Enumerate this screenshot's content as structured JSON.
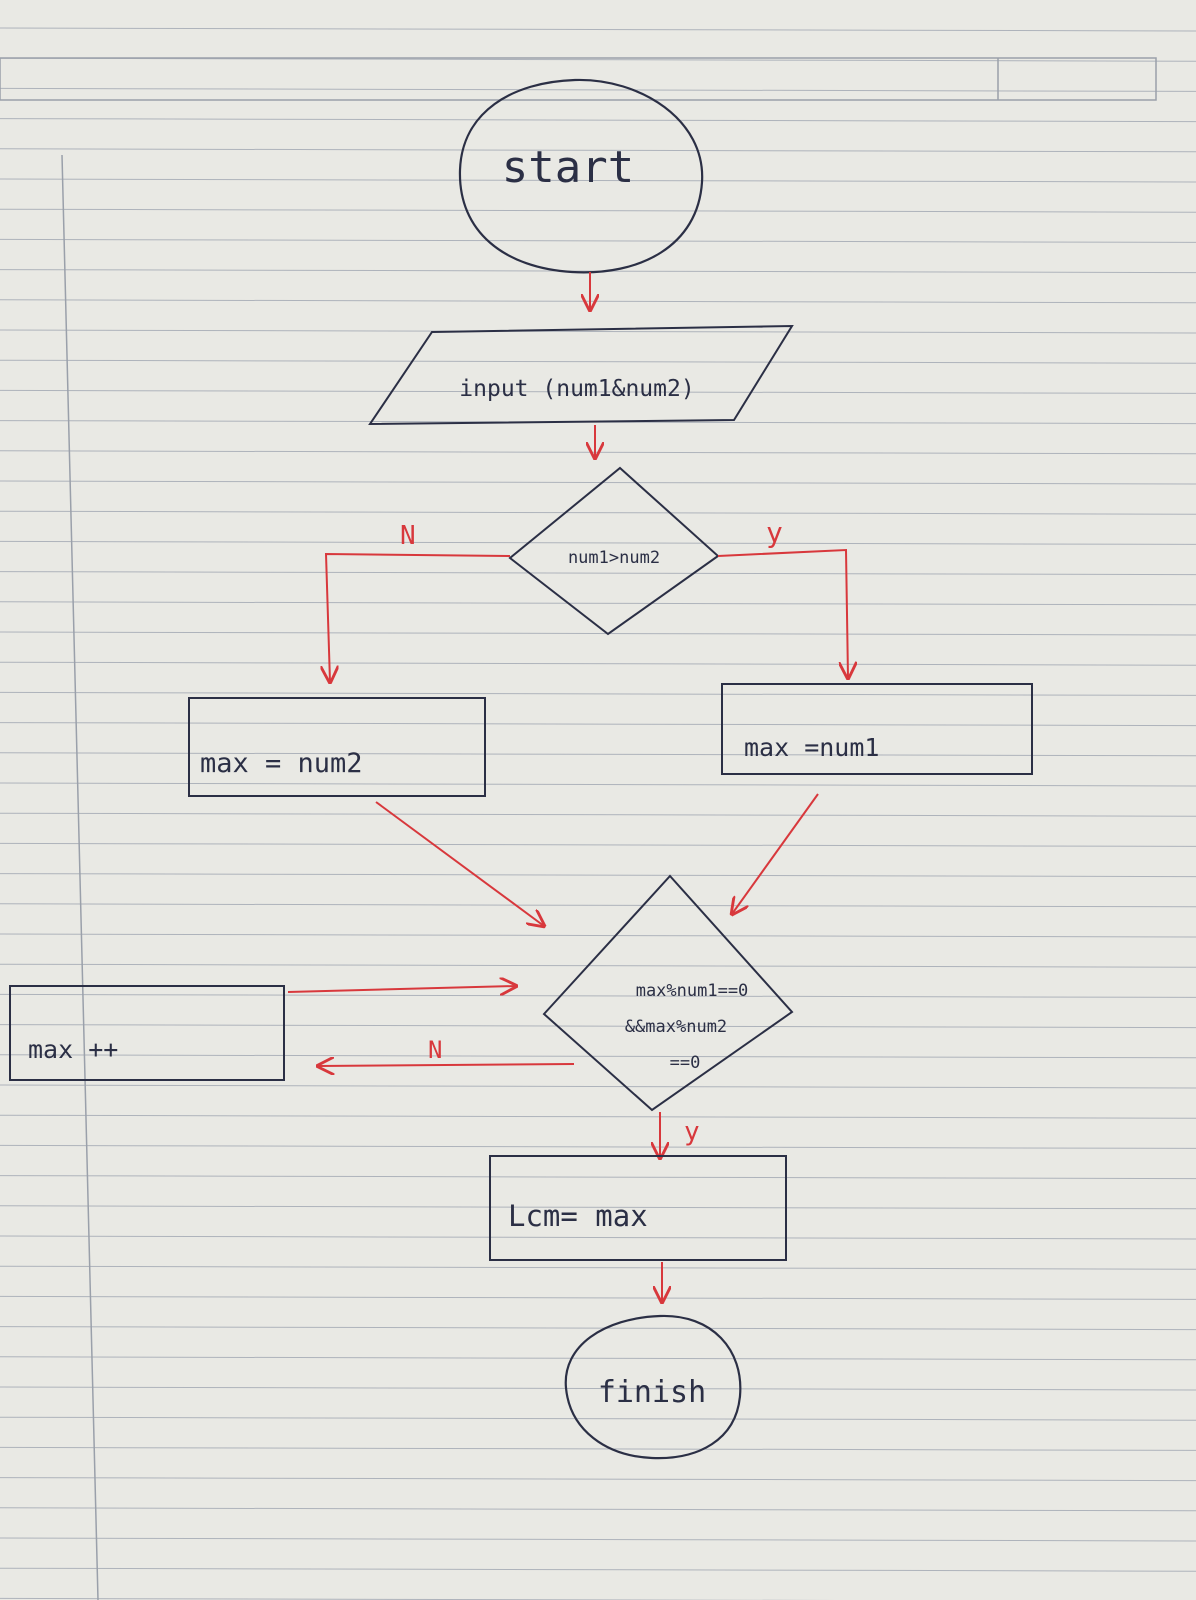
{
  "flowchart": {
    "start": "start",
    "input": "input (num1&num2)",
    "decision1": "num1>num2",
    "label_n1": "N",
    "label_y1": "y",
    "assign_left": "max = num2",
    "assign_right": "max =num1",
    "decision2_line1": "max%num1==0",
    "decision2_line2": "&&max%num2",
    "decision2_line3": "==0",
    "increment": "max ++",
    "label_n2": "N",
    "label_y2": "y",
    "lcm": "Lcm= max",
    "finish": "finish"
  },
  "colors": {
    "ink": "#2b2f45",
    "red_ink": "#d8383c",
    "paper": "#e9e9e4",
    "rule": "#aeb3bb"
  }
}
